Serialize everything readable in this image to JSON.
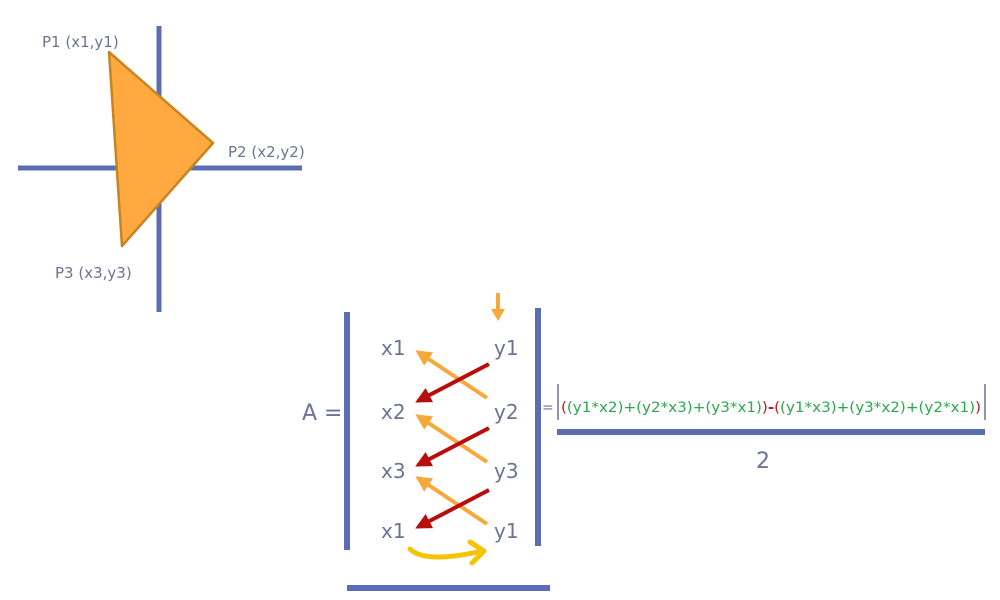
{
  "points": {
    "p1": "P1 (x1,y1)",
    "p2": "P2 (x2,y2)",
    "p3": "P3 (x3,y3)"
  },
  "matrix": {
    "area_label": "A =",
    "left_column": [
      "x1",
      "x2",
      "x3",
      "x1"
    ],
    "right_column": [
      "y1",
      "y2",
      "y3",
      "y1"
    ]
  },
  "formula": {
    "equals": "=",
    "open_paren": "(",
    "first_group": "(y1*x2)+(y2*x3)+(y3*x1)",
    "first_close": ")",
    "minus": "-",
    "second_open": "(",
    "second_group": "(y1*x3)+(y3*x2)+(y2*x1)",
    "second_close": ")",
    "denominator": "2"
  },
  "colors": {
    "axis": "#5b6db3",
    "triangle_fill": "#ffa940",
    "triangle_stroke": "#c8841e",
    "up_arrow": "#f6a93b",
    "down_arrow": "#b80d0d",
    "wrap_arrow": "#f5c400",
    "formula_green": "#2aa84a",
    "formula_red": "#c01818"
  },
  "icons": {
    "down_arrow": "down-arrow-icon",
    "wrap_arrow": "curved-arrow-icon"
  }
}
